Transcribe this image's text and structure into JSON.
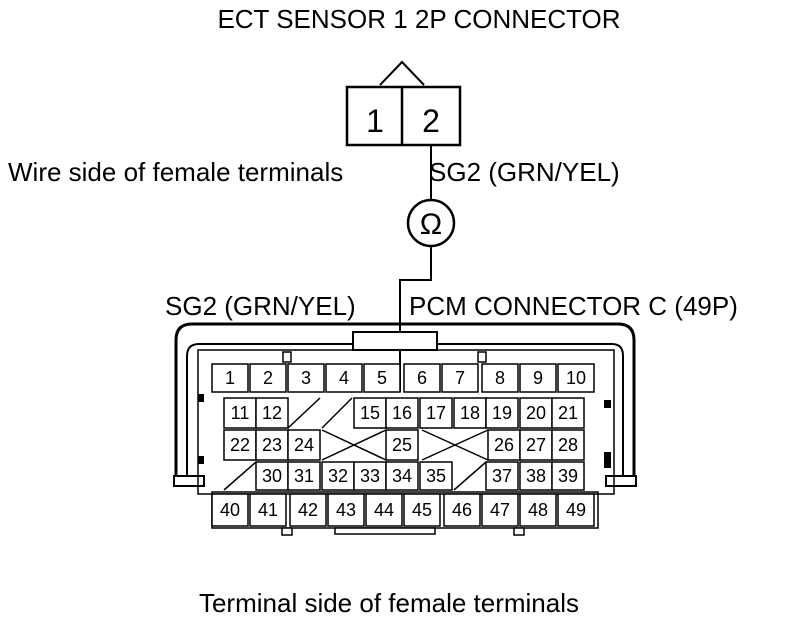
{
  "labels": {
    "title": "ECT SENSOR 1 2P CONNECTOR",
    "wire_side": "Wire side of female terminals",
    "sg2_top": "SG2 (GRN/YEL)",
    "sg2_left": "SG2 (GRN/YEL)",
    "pcm_connector": "PCM CONNECTOR C (49P)",
    "terminal_side": "Terminal side of female terminals"
  },
  "ect_connector": {
    "pins": [
      "1",
      "2"
    ],
    "measured_pin": "2"
  },
  "meter_symbol": "Ω",
  "pcm_connector": {
    "measured_terminal": "16",
    "rows": [
      [
        "1",
        "2",
        "3",
        "4",
        "5",
        "6",
        "7",
        "8",
        "9",
        "10"
      ],
      [
        "11",
        "12",
        "15",
        "16",
        "17",
        "18",
        "19",
        "20",
        "21"
      ],
      [
        "22",
        "23",
        "24",
        "25",
        "26",
        "27",
        "28"
      ],
      [
        "30",
        "31",
        "32",
        "33",
        "34",
        "35",
        "37",
        "38",
        "39"
      ],
      [
        "40",
        "41",
        "42",
        "43",
        "44",
        "45",
        "46",
        "47",
        "48",
        "49"
      ]
    ]
  }
}
